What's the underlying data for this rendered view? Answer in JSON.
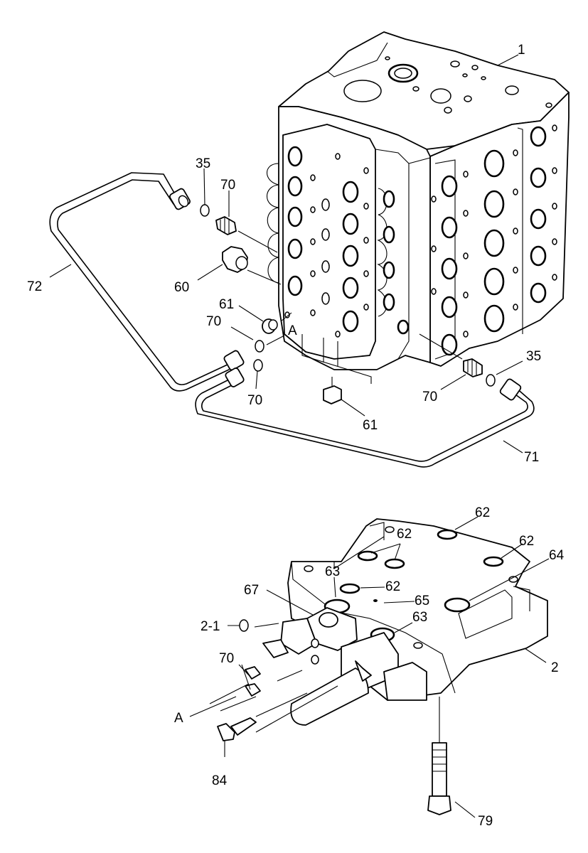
{
  "callouts": {
    "c1": "1",
    "c35a": "35",
    "c70a": "70",
    "c72": "72",
    "c60": "60",
    "c61a": "61",
    "c70b": "70",
    "cA1": "A",
    "c70c": "70",
    "c35b": "35",
    "c70d": "70",
    "c61b": "61",
    "c71": "71",
    "c62a": "62",
    "c62b": "62",
    "c62c": "62",
    "c64": "64",
    "c63a": "63",
    "c62d": "62",
    "c67": "67",
    "c65": "65",
    "c63b": "63",
    "c21": "2-1",
    "c2": "2",
    "c70e": "70",
    "cA2": "A",
    "c84": "84",
    "c79": "79"
  }
}
